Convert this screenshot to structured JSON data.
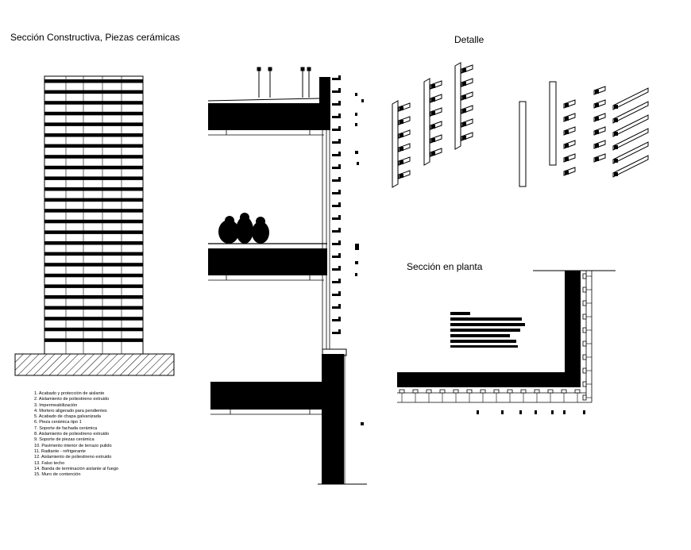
{
  "titles": {
    "main": "Sección Constructiva, Piezas cerámicas",
    "detail": "Detalle",
    "plan": "Sección en planta"
  },
  "legend": [
    "1. Acabado y protección de aislante",
    "2. Aislamiento de poliestireno extruido",
    "3. Impermeabilización",
    "4. Mortero aligerado para pendientes",
    "5. Acabado de chapa galvanizada",
    "6. Pieza cerámica tipo 1",
    "7. Soporte de fachada cerámica",
    "8. Aislamiento de poliestireno extruido",
    "9. Soporte de piezas cerámica",
    "10. Pavimento interior de terrazo pulido",
    "11. Radiante - refrigerante",
    "12. Aislamiento de poliestireno extruido",
    "13. Falso techo",
    "14. Banda de terminación aislante al fuego",
    "15. Muro de contención"
  ],
  "colors": {
    "ink": "#000000",
    "paper": "#ffffff"
  }
}
